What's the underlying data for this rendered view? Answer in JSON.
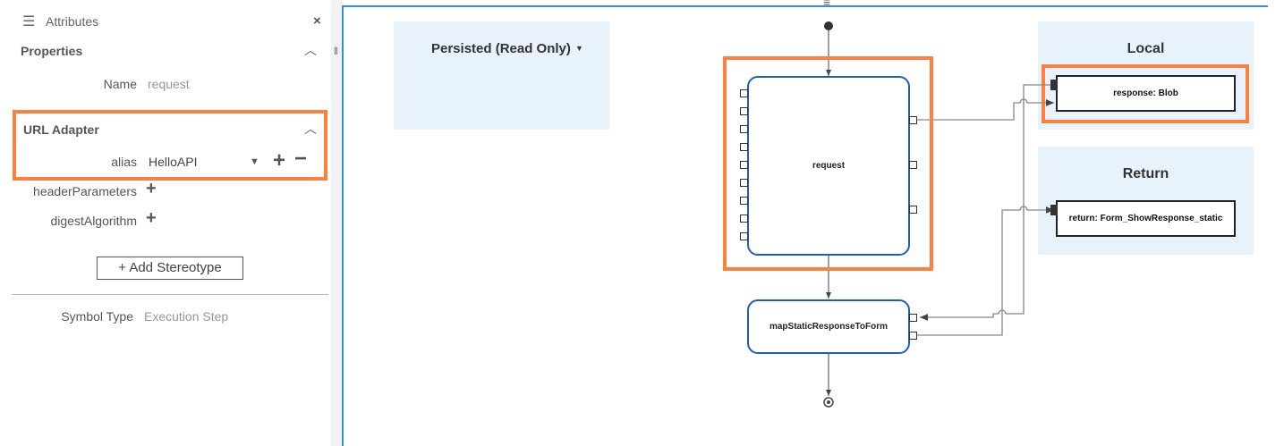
{
  "panel": {
    "title": "Attributes",
    "close": "×",
    "properties": {
      "header": "Properties",
      "name_label": "Name",
      "name_value": "request"
    },
    "url_adapter": {
      "header": "URL Adapter",
      "alias_label": "alias",
      "alias_value": "HelloAPI"
    },
    "header_parameters": "headerParameters",
    "digest_algorithm": "digestAlgorithm",
    "add_stereotype": "+ Add Stereotype",
    "symbol_type_label": "Symbol Type",
    "symbol_type_value": "Execution Step"
  },
  "diagram": {
    "persisted": "Persisted (Read Only)",
    "local": "Local",
    "return": "Return",
    "response_obj": "response: Blob",
    "return_obj": "return: Form_ShowResponse_static",
    "request_node": "request",
    "map_node": "mapStaticResponseToForm"
  },
  "colors": {
    "highlight": "#ff7f3f",
    "node_border": "#1f5bc4",
    "pane": "#e8f2fa"
  }
}
